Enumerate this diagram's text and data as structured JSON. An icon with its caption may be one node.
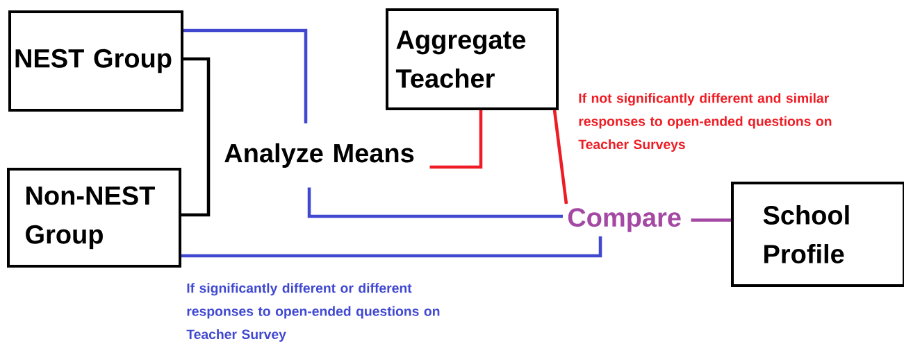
{
  "diagram": {
    "nodes": [
      {
        "text": [
          "NEST Group"
        ]
      },
      {
        "text": [
          "Non-NEST Group"
        ]
      },
      {
        "text": [
          "Aggregate Teacher"
        ]
      },
      {
        "text": [
          "Analyze Means"
        ]
      },
      {
        "text": [
          "Compare"
        ]
      },
      {
        "text": [
          "School Profile"
        ]
      }
    ],
    "edges": [
      {
        "from": 0,
        "to": 3,
        "arrow": "none"
      },
      {
        "from": 0,
        "to": 1,
        "arrow": "none",
        "color": "#000000"
      },
      {
        "from": 2,
        "to": 3,
        "arrow": "none",
        "color": "#ee1c24"
      },
      {
        "from": 3,
        "to": 4,
        "arrow": "none"
      },
      {
        "from": 1,
        "to": 4,
        "arrow": "none"
      },
      {
        "from": 2,
        "to": 4,
        "arrow": "none",
        "color": "#ee1c24"
      },
      {
        "from": 4,
        "to": 5,
        "arrow": "none",
        "color": "#a349a4"
      }
    ],
    "labels": [
      "If not significantly different and similar responses to open-ended questions on Teacher Surveys",
      "If significantly different or different responses to open-ended questions on Teacher Survey"
    ]
  }
}
